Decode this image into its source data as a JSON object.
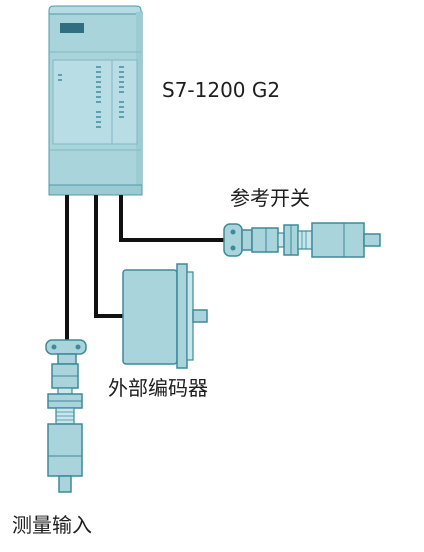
{
  "plc": {
    "label": "S7-1200 G2"
  },
  "reference_switch": {
    "label": "参考开关"
  },
  "external_encoder": {
    "label": "外部编码器"
  },
  "measuring_input": {
    "label": "测量输入"
  },
  "colors": {
    "device_fill": "#a9d4dc",
    "device_light": "#c9e6ec",
    "device_dark": "#3d8a9a",
    "device_stroke": "#4f9aaa",
    "cable": "#111111",
    "text": "#1e1e1e"
  }
}
